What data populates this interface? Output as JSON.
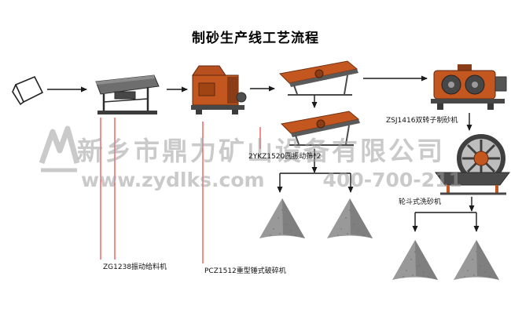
{
  "title": "制砂生产线工艺流程",
  "watermark": {
    "company": "新乡市鼎力矿山设备有限公司",
    "website": "www.zydlks.com",
    "phone": "400-700-211"
  },
  "labels": {
    "feeder": "ZG1238振动给料机",
    "crusher": "PCZ1512重型锤式破碎机",
    "screen": "2YKZ1520圆振动筛*2",
    "sand_maker": "ZSJ1416双转子制砂机",
    "washer": "轮斗式洗砂机"
  },
  "icons": {
    "raw_material": "stone-block-icon",
    "feeder": "vibrating-feeder-icon",
    "crusher": "hammer-crusher-icon",
    "screen_top": "vibrating-screen-icon",
    "screen_bottom": "vibrating-screen-icon",
    "sand_maker": "sand-making-machine-icon",
    "washer": "wheel-sand-washer-icon",
    "sand_piles": "sand-pile-cone-icon",
    "watermark_logo": "company-logo-icon"
  },
  "colors": {
    "machine_orange": "#c4571f",
    "machine_orange_dark": "#8a3d16",
    "machine_dark": "#474747",
    "sand_gray": "#919191",
    "annotation_red": "#f01616",
    "arrow_black": "#1a1a1a",
    "watermark_gray": "rgba(158,158,158,0.55)"
  }
}
